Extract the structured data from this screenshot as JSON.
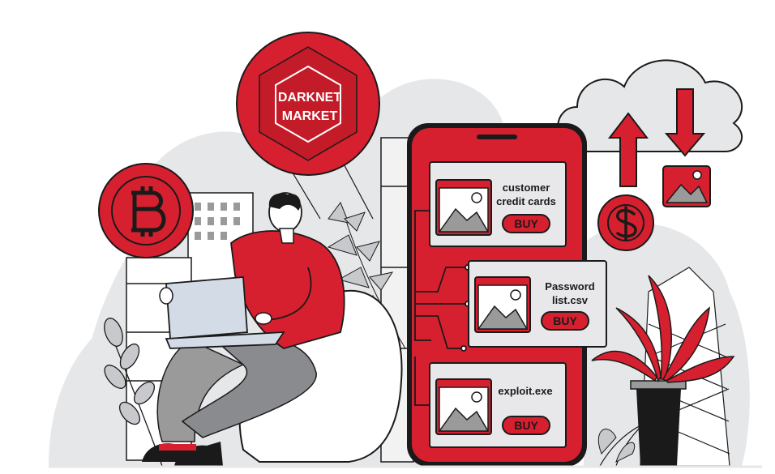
{
  "badge": {
    "line1": "DARKNET",
    "line2": "MARKET"
  },
  "listings": [
    {
      "line1": "customer",
      "line2": "credit cards",
      "button": "BUY"
    },
    {
      "line1": "Password",
      "line2": "list.csv",
      "button": "BUY"
    },
    {
      "line1": "exploit.exe",
      "line2": "",
      "button": "BUY"
    }
  ],
  "colors": {
    "accent": "#d6202f",
    "outline": "#1a1a1a",
    "backdrop": "#e6e7e9",
    "card": "#e8e8ea"
  },
  "icons": [
    "bitcoin-icon",
    "dollar-coin-icon",
    "cloud-icon",
    "upload-arrow-icon",
    "download-arrow-icon",
    "image-icon",
    "plant-icon"
  ]
}
